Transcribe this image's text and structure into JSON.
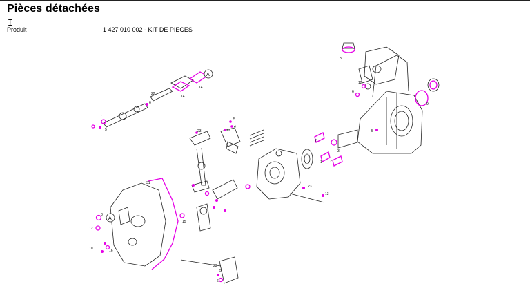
{
  "header": {
    "title": "Pièces détachées"
  },
  "product": {
    "label": "Produit",
    "value": "1 427 010 002 - KIT DE PIECES"
  },
  "diagram": {
    "callouts": [
      "A",
      "A"
    ],
    "part_numbers": [
      "8",
      "12",
      "6",
      "9",
      "22",
      "14",
      "14",
      "6",
      "7",
      "5",
      "23",
      "22",
      "5",
      "4",
      "2",
      "3",
      "2",
      "1",
      "5",
      "23",
      "13",
      "31",
      "8",
      "12",
      "15",
      "10",
      "16",
      "23",
      "5",
      "6"
    ]
  }
}
